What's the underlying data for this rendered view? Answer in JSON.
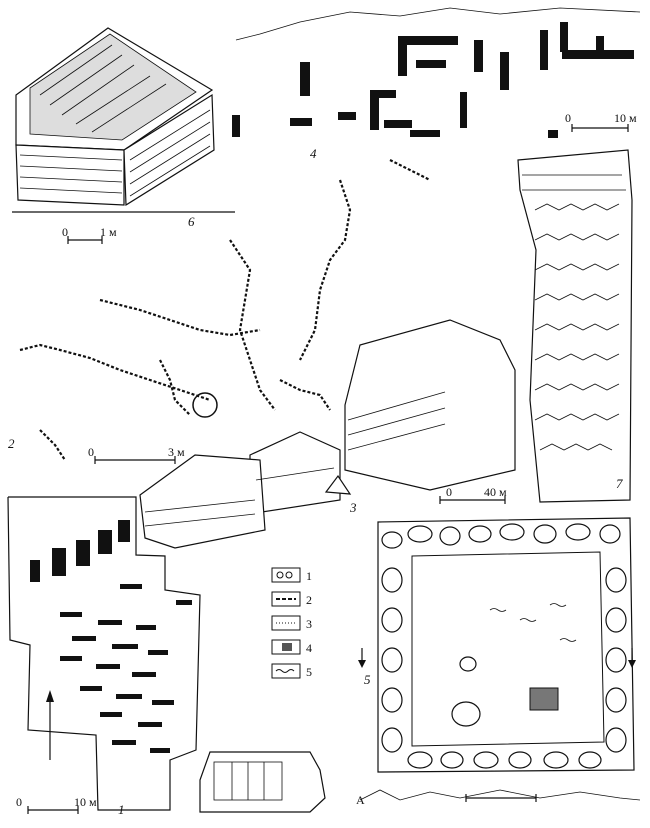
{
  "figures": {
    "f1": "1",
    "f2": "2",
    "f3": "3",
    "f4": "4",
    "f5": "5",
    "f6": "6",
    "f7": "7"
  },
  "scales": {
    "s1_zero": "0",
    "s1_value": "10 м",
    "s2_zero": "0",
    "s2_value": "3 м",
    "s3_zero": "0",
    "s3_value": "40 м",
    "s4_zero": "0",
    "s4_value": "10 м",
    "s6_zero": "0",
    "s6_value": "1 м"
  },
  "section_marker": "А",
  "legend": [
    {
      "num": "1",
      "symbol": "stones"
    },
    {
      "num": "2",
      "symbol": "dashes"
    },
    {
      "num": "3",
      "symbol": "dotted"
    },
    {
      "num": "4",
      "symbol": "hatched-box"
    },
    {
      "num": "5",
      "symbol": "wavy"
    }
  ]
}
